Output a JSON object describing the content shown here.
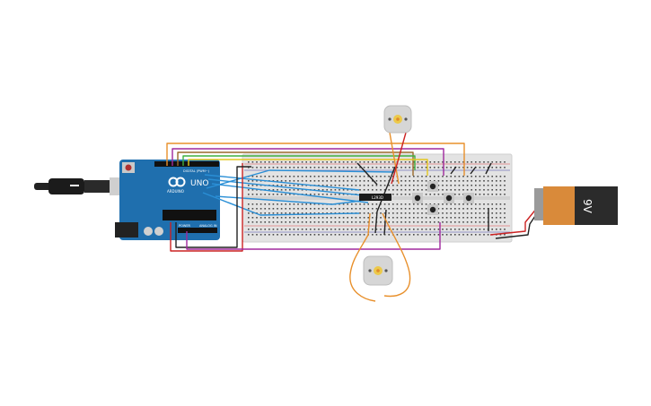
{
  "arduino": {
    "logo_text": "UNO",
    "brand_text": "ARDUINO",
    "digital_label": "DIGITAL (PWM~)",
    "power_label": "POWER",
    "analog_label": "ANALOG IN"
  },
  "driver_chip": {
    "label": "L293D"
  },
  "battery": {
    "label": "9V",
    "body_color": "#d98a3a",
    "cap_color": "#2b2b2b"
  },
  "motors": [
    {
      "name": "motor-top"
    },
    {
      "name": "motor-bottom"
    }
  ],
  "colors": {
    "board_blue": "#1f6fae",
    "breadboard": "#e3e3e3",
    "wire_orange": "#e8902c",
    "wire_red": "#cc2222",
    "wire_blue": "#2a8fd6",
    "wire_green": "#3fb03f",
    "wire_yellow": "#e4c81e",
    "wire_purple": "#a0289e",
    "wire_black": "#222222",
    "wire_brown": "#9a6a2a"
  }
}
